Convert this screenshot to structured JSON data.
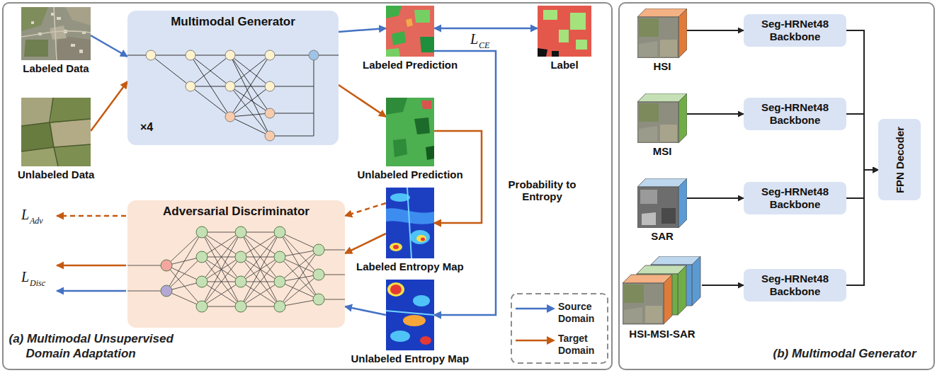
{
  "diagram": {
    "nodes": [
      {
        "text": [
          "(a) Multimodal Unsupervised Domain Adaptation"
        ]
      },
      {
        "text": [
          "Labeled Data"
        ],
        "in": 0
      },
      {
        "text": [
          "Unlabeled Data"
        ],
        "in": 0
      },
      {
        "text": [
          "Multimodal Generator",
          "×4"
        ],
        "in": 0
      },
      {
        "text": [
          "Labeled Prediction"
        ],
        "in": 0
      },
      {
        "text": [
          "Label"
        ],
        "in": 0
      },
      {
        "text": [
          "Unlabeled Prediction"
        ],
        "in": 0
      },
      {
        "text": [
          "Labeled Entropy Map"
        ],
        "in": 0
      },
      {
        "text": [
          "Unlabeled Entropy Map"
        ],
        "in": 0
      },
      {
        "text": [
          "Adversarial Discriminator"
        ],
        "in": 0
      },
      {
        "text": [
          "(b) Multimodal Generator"
        ]
      },
      {
        "text": [
          "HSI"
        ],
        "in": 10
      },
      {
        "text": [
          "Seg-HRNet48 Backbone"
        ],
        "in": 10
      },
      {
        "text": [
          "MSI"
        ],
        "in": 10
      },
      {
        "text": [
          "Seg-HRNet48 Backbone"
        ],
        "in": 10
      },
      {
        "text": [
          "SAR"
        ],
        "in": 10
      },
      {
        "text": [
          "Seg-HRNet48 Backbone"
        ],
        "in": 10
      },
      {
        "text": [
          "HSI-MSI-SAR"
        ],
        "in": 10
      },
      {
        "text": [
          "Seg-HRNet48 Backbone"
        ],
        "in": 10
      },
      {
        "text": [
          "FPN Decoder"
        ],
        "in": 10
      }
    ],
    "edges": [
      {
        "from": 1,
        "to": 3,
        "arrow": "to"
      },
      {
        "from": 2,
        "to": 3,
        "arrow": "to"
      },
      {
        "from": 3,
        "to": 4,
        "arrow": "to"
      },
      {
        "from": 3,
        "to": 6,
        "arrow": "to"
      },
      {
        "from": 4,
        "to": 5,
        "arrow": "both"
      },
      {
        "from": 4,
        "to": 8,
        "arrow": "to"
      },
      {
        "from": 6,
        "to": 7,
        "arrow": "to"
      },
      {
        "from": 7,
        "to": 9,
        "arrow": "to"
      },
      {
        "from": 8,
        "to": 9,
        "arrow": "to"
      },
      {
        "from": 7,
        "to": 9,
        "arrow": "to"
      },
      {
        "from": 11,
        "to": 12,
        "arrow": "to"
      },
      {
        "from": 13,
        "to": 14,
        "arrow": "to"
      },
      {
        "from": 15,
        "to": 16,
        "arrow": "to"
      },
      {
        "from": 17,
        "to": 18,
        "arrow": "to"
      },
      {
        "from": 12,
        "to": 19,
        "arrow": "to"
      },
      {
        "from": 14,
        "to": 19,
        "arrow": "to"
      },
      {
        "from": 16,
        "to": 19,
        "arrow": "to"
      },
      {
        "from": 18,
        "to": 19,
        "arrow": "to"
      }
    ],
    "labels": [
      "L",
      "CE",
      "L",
      "Adv",
      "L",
      "Disc",
      "Probability to Entropy"
    ],
    "legend": [
      {
        "text": "Source Domain",
        "color": "#4472c4"
      },
      {
        "text": "Target Domain",
        "color": "#c55a11"
      }
    ]
  }
}
